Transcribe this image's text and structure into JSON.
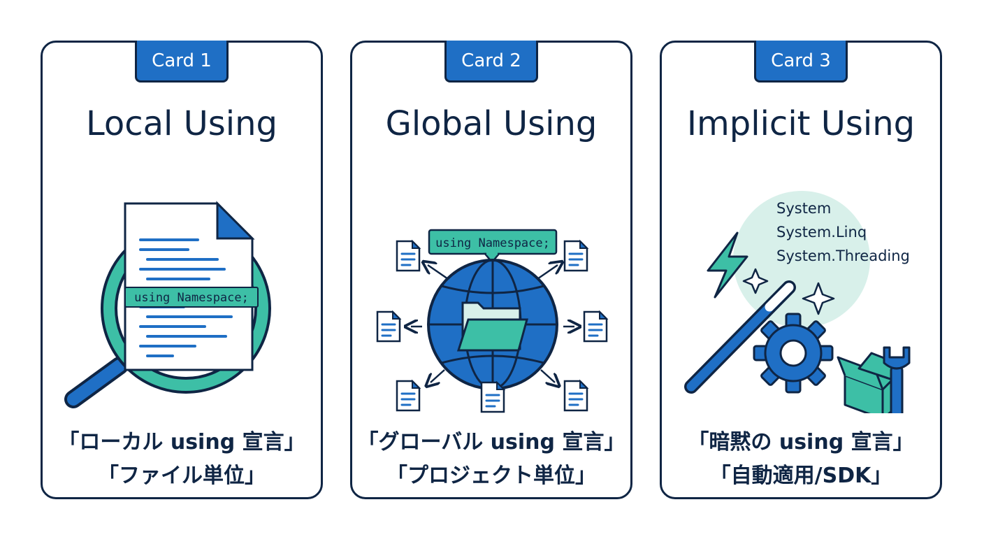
{
  "cards": [
    {
      "tab": "Card 1",
      "title": "Local Using",
      "code": "using Namespace;",
      "caption_line1": "「ローカル using 宣言」",
      "caption_line2": "「ファイル単位」"
    },
    {
      "tab": "Card 2",
      "title": "Global Using",
      "code": "using Namespace;",
      "caption_line1": "「グローバル using 宣言」",
      "caption_line2": "「プロジェクト単位」"
    },
    {
      "tab": "Card 3",
      "title": "Implicit Using",
      "namespaces": [
        "System",
        "System.Linq",
        "System.Threading"
      ],
      "caption_line1": "「暗黙の using 宣言」",
      "caption_line2": "「自動適用/SDK」"
    }
  ],
  "colors": {
    "navy": "#0f2544",
    "blue": "#1f6fc5",
    "teal": "#3dbfa6",
    "light_teal": "#d8f0ea"
  },
  "icons": [
    "magnifier-icon",
    "document-icon",
    "globe-icon",
    "folder-icon",
    "lightning-icon",
    "magic-wand-icon",
    "sparkle-icon",
    "gear-icon",
    "box-icon",
    "wrench-icon"
  ]
}
